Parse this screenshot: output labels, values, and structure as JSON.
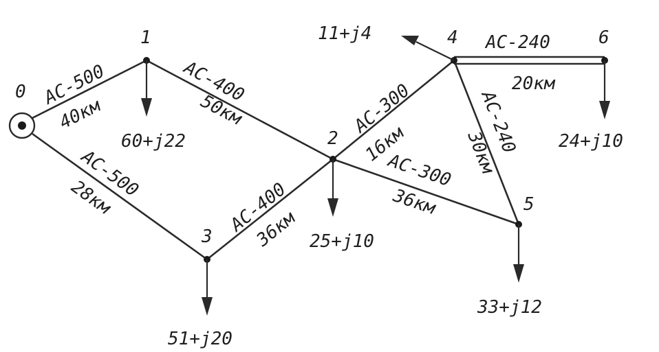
{
  "nodes": [
    {
      "id": "0",
      "label": "0"
    },
    {
      "id": "1",
      "label": "1"
    },
    {
      "id": "2",
      "label": "2"
    },
    {
      "id": "3",
      "label": "3"
    },
    {
      "id": "4",
      "label": "4"
    },
    {
      "id": "5",
      "label": "5"
    },
    {
      "id": "6",
      "label": "6"
    }
  ],
  "lines": [
    {
      "from": "0",
      "to": "1",
      "conductor": "АС-500",
      "length": "40км"
    },
    {
      "from": "1",
      "to": "2",
      "conductor": "АС-400",
      "length": "50км"
    },
    {
      "from": "0",
      "to": "3",
      "conductor": "АС-500",
      "length": "28км"
    },
    {
      "from": "3",
      "to": "2",
      "conductor": "АС-400",
      "length": "36км"
    },
    {
      "from": "2",
      "to": "4",
      "conductor": "АС-300",
      "length": "16км"
    },
    {
      "from": "2",
      "to": "5",
      "conductor": "АС-300",
      "length": "36км"
    },
    {
      "from": "4",
      "to": "5",
      "conductor": "АС-240",
      "length": "30км"
    },
    {
      "from": "4",
      "to": "6",
      "conductor": "АС-240",
      "length": "20км"
    }
  ],
  "loads": [
    {
      "node": "1",
      "value": "60+j22"
    },
    {
      "node": "2",
      "value": "25+j10"
    },
    {
      "node": "3",
      "value": "51+j20"
    },
    {
      "node": "4",
      "value": "11+j4"
    },
    {
      "node": "5",
      "value": "33+j12"
    },
    {
      "node": "6",
      "value": "24+j10"
    }
  ]
}
